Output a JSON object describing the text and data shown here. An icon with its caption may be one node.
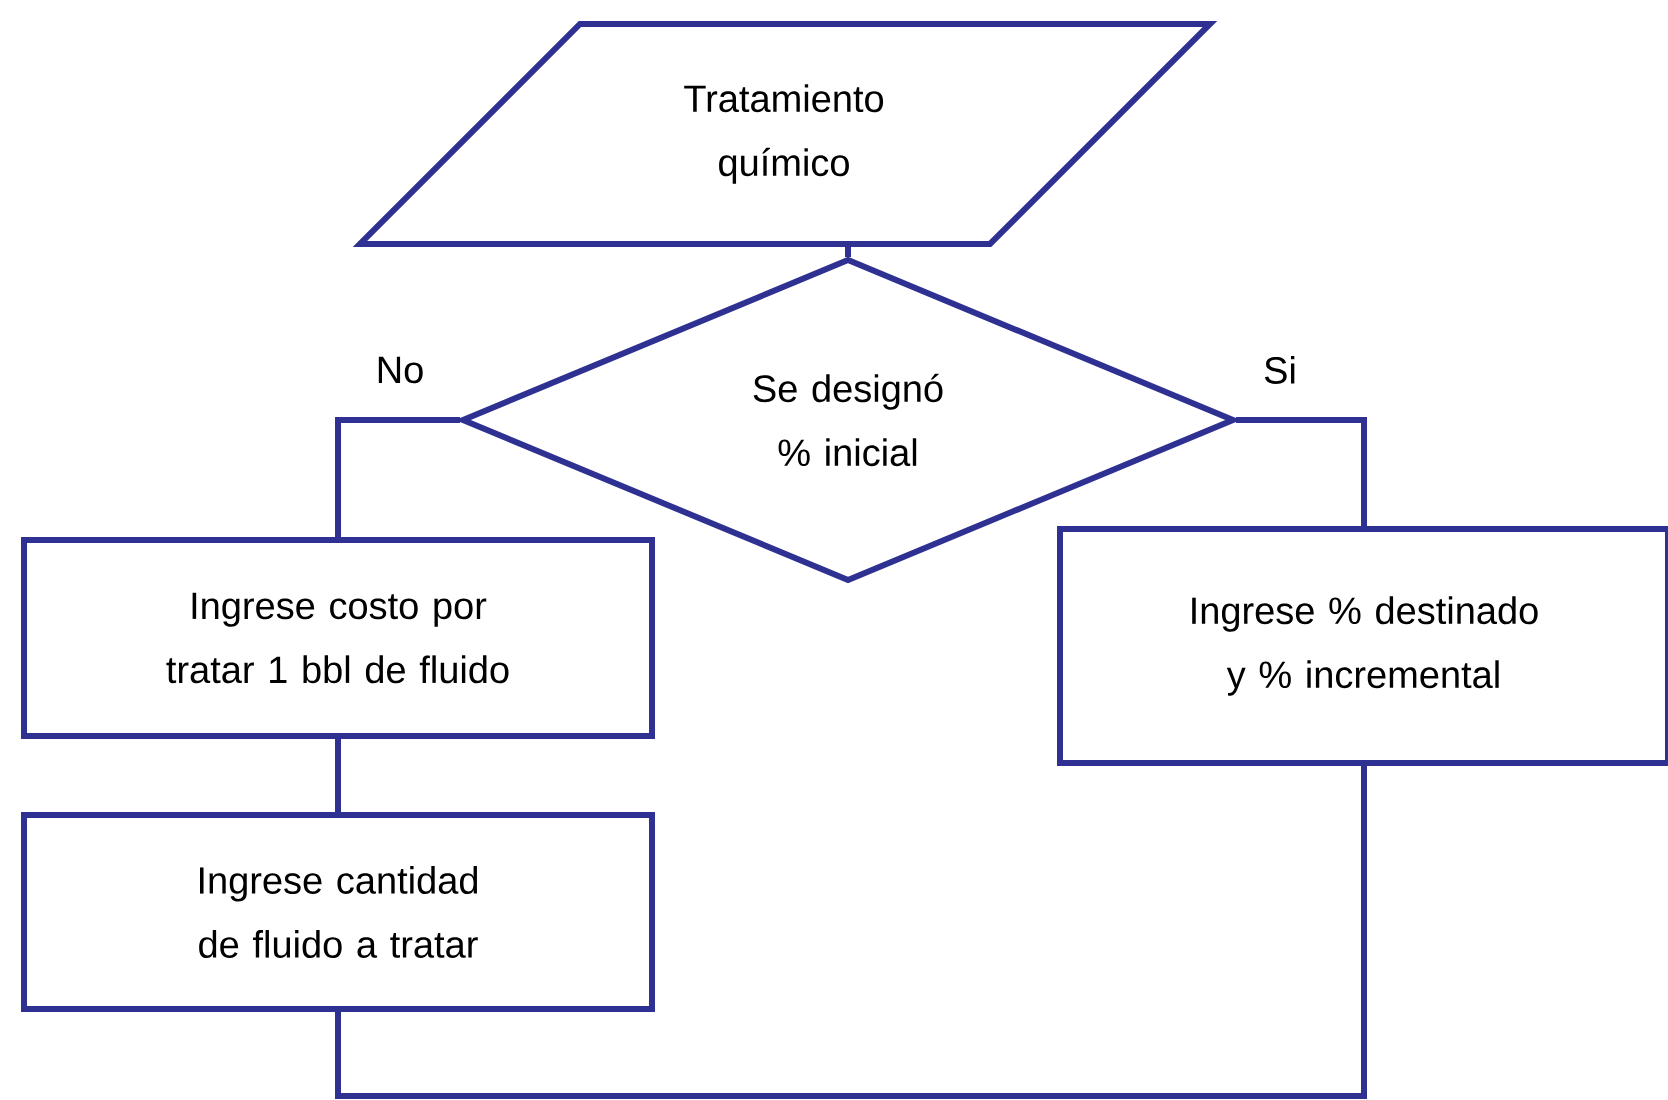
{
  "diagram": {
    "nodes": [
      {
        "text": [
          "Tratamiento químico"
        ]
      },
      {
        "text": [
          "Se designó % inicial"
        ]
      },
      {
        "text": [
          "Ingrese costo por tratar 1 bbl de fluido"
        ]
      },
      {
        "text": [
          "Ingrese % destinado y % incremental"
        ]
      },
      {
        "text": [
          "Ingrese cantidad de fluido a tratar"
        ]
      }
    ],
    "edges": [
      {
        "from": 0,
        "to": 1,
        "arrow": "none"
      },
      {
        "from": 1,
        "to": 2,
        "arrow": "none",
        "label": "No"
      },
      {
        "from": 1,
        "to": 3,
        "arrow": "none",
        "label": "Si"
      },
      {
        "from": 2,
        "to": 4,
        "arrow": "none"
      },
      {
        "from": 4,
        "to": 3,
        "arrow": "none"
      }
    ]
  }
}
